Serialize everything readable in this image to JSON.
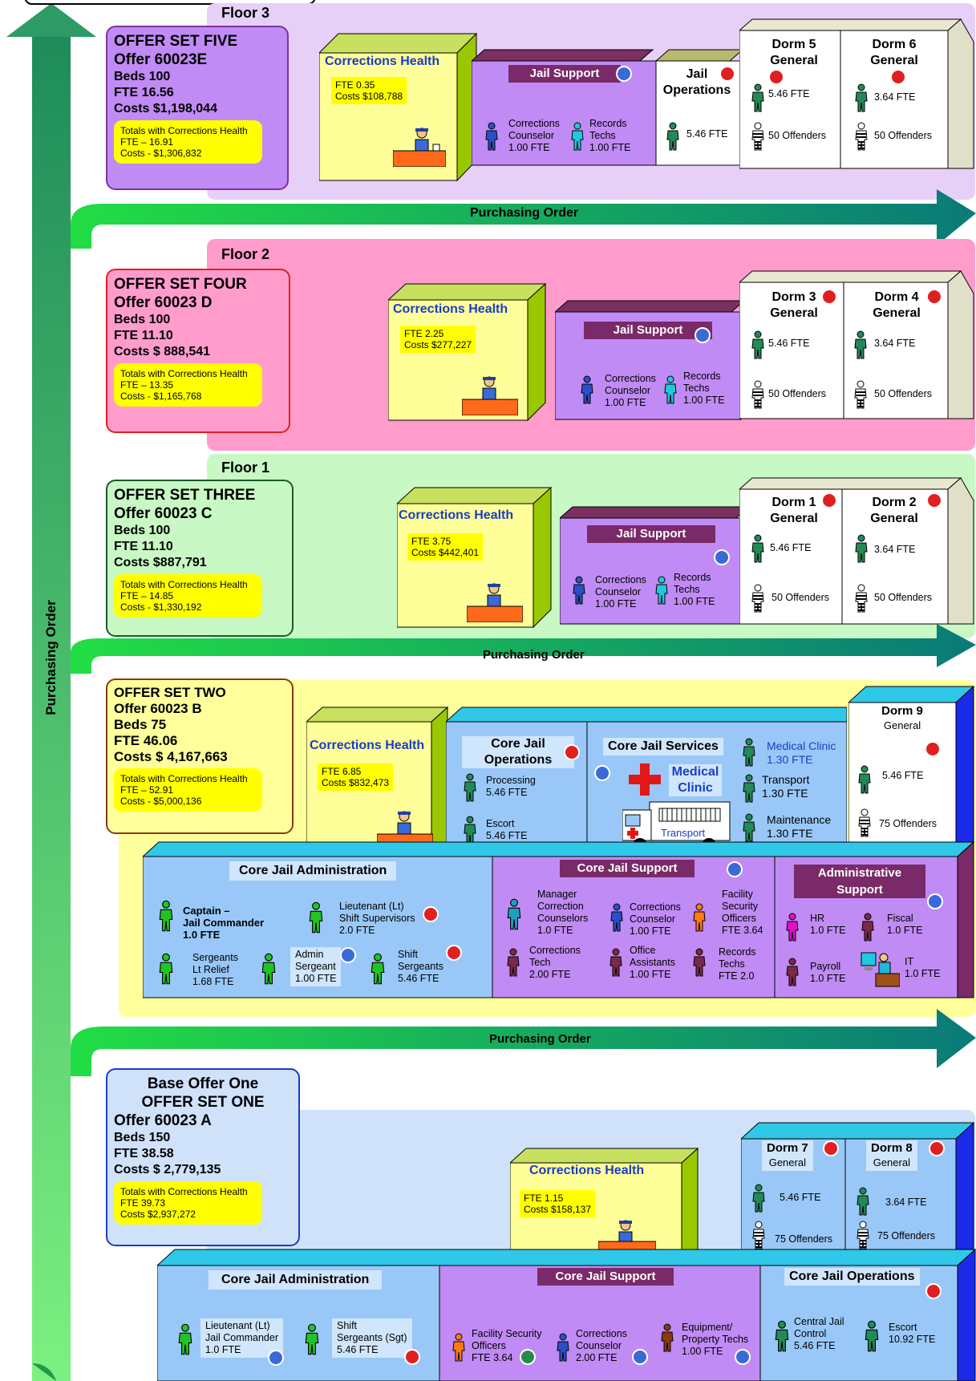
{
  "purchasing_order_label": "Purchasing Order",
  "floors": {
    "f3": "Floor 3",
    "f2": "Floor 2",
    "f1": "Floor 1"
  },
  "offer5": {
    "title": "OFFER SET FIVE",
    "offer": "Offer 60023E",
    "beds": "Beds 100",
    "fte": "FTE  16.56",
    "costs": "Costs $1,198,044",
    "tot1": "Totals with Corrections Health",
    "tot2": "FTE – 16.91",
    "tot3": "Costs - $1,306,832"
  },
  "offer4": {
    "title": "OFFER SET FOUR",
    "offer": "Offer 60023 D",
    "beds": "Beds 100",
    "fte": "FTE 11.10",
    "costs": "Costs $ 888,541",
    "tot1": "Totals with Corrections Health",
    "tot2": "FTE – 13.35",
    "tot3": "Costs - $1,165,768"
  },
  "offer3": {
    "title": "OFFER SET THREE",
    "offer": "Offer 60023 C",
    "beds": "Beds 100",
    "fte": "FTE  11.10",
    "costs": "Costs $887,791",
    "tot1": "Totals with Corrections Health",
    "tot2": "FTE – 14.85",
    "tot3": "Costs - $1,330,192"
  },
  "offer2": {
    "title": "OFFER SET TWO",
    "offer": "Offer 60023 B",
    "beds": "Beds 75",
    "fte": "FTE 46.06",
    "costs": "Costs $ 4,167,663",
    "tot1": "Totals with Corrections Health",
    "tot2": "FTE – 52.91",
    "tot3": "Costs - $5,000,136"
  },
  "offer1": {
    "base": "Base Offer One",
    "title": "OFFER SET ONE",
    "offer": "Offer 60023 A",
    "beds": "Beds 150",
    "fte": "FTE 38.58",
    "costs": "Costs $ 2,779,135",
    "tot1": "Totals with Corrections Health",
    "tot2": "FTE 39.73",
    "tot3": "Costs $2,937,272"
  },
  "ch": {
    "title": "Corrections Health",
    "f3_fte": "FTE 0.35",
    "f3_cost": "Costs $108,788",
    "f2_fte": "FTE 2.25",
    "f2_cost": "Costs $277,227",
    "f1_fte": "FTE 3.75",
    "f1_cost": "Costs $442,401",
    "o2_fte": "FTE 6.85",
    "o2_cost": "Costs $832,473",
    "o1_fte": "FTE 1.15",
    "o1_cost": "Costs $158,137"
  },
  "jail_support": {
    "title": "Jail Support",
    "cc1": "Corrections",
    "cc2": "Counselor",
    "cc3": "1.00 FTE",
    "rt1": "Records",
    "rt2": "Techs",
    "rt3": "1.00 FTE"
  },
  "jail_ops": {
    "t1": "Jail",
    "t2": "Operations",
    "fte": "5.46  FTE"
  },
  "dorms": {
    "general": "General",
    "fte546": "5.46  FTE",
    "fte364": "3.64  FTE",
    "off50": "50 Offenders",
    "off75": "75 Offenders",
    "d1": "Dorm 1",
    "d2": "Dorm 2",
    "d3": "Dorm 3",
    "d4": "Dorm 4",
    "d5": "Dorm 5",
    "d6": "Dorm 6",
    "d7": "Dorm 7",
    "d8": "Dorm 8",
    "d9": "Dorm 9"
  },
  "core_ops2": {
    "t1": "Core Jail",
    "t2": "Operations",
    "p1": "Processing",
    "p2": "5.46 FTE",
    "e1": "Escort",
    "e2": "5.46 FTE"
  },
  "core_services": {
    "title": "Core Jail Services",
    "mc1": "Medical",
    "mc2": "Clinic",
    "transport": "Transport",
    "mcl1": "Medical Clinic",
    "mcl2": "1.30 FTE",
    "tr1": "Transport",
    "tr2": "1.30 FTE",
    "mn1": "Maintenance",
    "mn2": "1.30 FTE"
  },
  "core_admin2": {
    "title": "Core Jail Administration",
    "cap1": "Captain –",
    "cap2": "Jail Commander",
    "cap3": "1.0 FTE",
    "lt1": "Lieutenant (Lt)",
    "lt2": "Shift Supervisors",
    "lt3": "2.0 FTE",
    "sg1": "Sergeants",
    "sg2": "Lt Relief",
    "sg3": "1.68 FTE",
    "as1": "Admin",
    "as2": "Sergeant",
    "as3": "1.00 FTE",
    "ss1": "Shift",
    "ss2": "Sergeants",
    "ss3": "5.46 FTE"
  },
  "core_support2": {
    "title": "Core Jail Support",
    "mg1": "Manager",
    "mg2": "Correction",
    "mg3": "Counselors",
    "mg4": "1.0 FTE",
    "cc1": "Corrections",
    "cc2": "Counselor",
    "cc3": "1.00 FTE",
    "fs1": "Facility",
    "fs2": "Security",
    "fs3": "Officers",
    "fs4": "FTE 3.64",
    "ct1": "Corrections",
    "ct2": "Tech",
    "ct3": "2.00 FTE",
    "oa1": "Office",
    "oa2": "Assistants",
    "oa3": "1.00 FTE",
    "rt1": "Records",
    "rt2": "Techs",
    "rt3": "FTE 2.0"
  },
  "admin_support": {
    "t1": "Administrative",
    "t2": "Support",
    "hr1": "HR",
    "hr2": "1.0 FTE",
    "fi1": "Fiscal",
    "fi2": "1.0 FTE",
    "pa1": "Payroll",
    "pa2": "1.0 FTE",
    "it1": "IT",
    "it2": "1.0 FTE"
  },
  "base": {
    "admin_title": "Core Jail Administration",
    "support_title": "Core Jail Support",
    "ops_title": "Core Jail Operations",
    "lt1": "Lieutenant (Lt)",
    "lt2": "Jail Commander",
    "lt3": "1.0 FTE",
    "ss1": "Shift",
    "ss2": "Sergeants (Sgt)",
    "ss3": "5.46 FTE",
    "fs1": "Facility Security",
    "fs2": "Officers",
    "fs3": "FTE 3.64",
    "cc1": "Corrections",
    "cc2": "Counselor",
    "cc3": "2.00 FTE",
    "ep1": "Equipment/",
    "ep2": "Property Techs",
    "ep3": "1.00 FTE",
    "cj1": "Central Jail",
    "cj2": "Control",
    "cj3": "5.46 FTE",
    "es1": "Escort",
    "es2": "10.92 FTE"
  },
  "colors": {
    "floor3": "#e6d0f8",
    "floor2": "#ff9ccc",
    "floor1": "#c8f8c4",
    "floor_o2": "#ffff9c",
    "base_band": "#cfe2fa",
    "arrow_green": "#22c444",
    "arrow_teal": "#0a8a78",
    "purple": "#c08bf4",
    "blue_box": "#99c8f8",
    "yellow": "#ffff99"
  },
  "icons": [
    "person-icon",
    "inmate-icon",
    "alert-icon",
    "info-icon",
    "desk-icon",
    "medical-cross-icon",
    "ambulance-icon",
    "computer-icon"
  ]
}
